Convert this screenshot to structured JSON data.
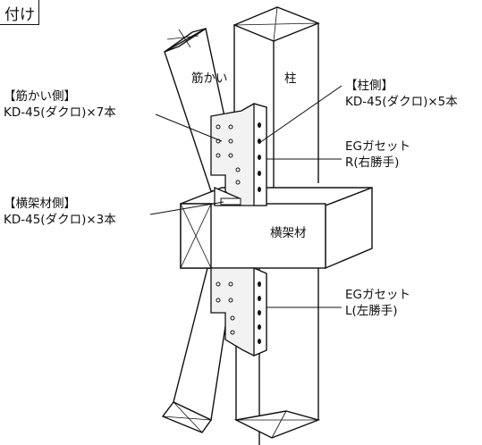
{
  "header": {
    "title_fragment": "付け"
  },
  "parts": {
    "brace": "筋かい",
    "post": "柱",
    "beam": "横架材"
  },
  "callouts": {
    "brace_side": {
      "heading": "【筋かい側】",
      "spec": "KD-45(ダクロ)×7本"
    },
    "post_side": {
      "heading": "【柱側】",
      "spec": "KD-45(ダクロ)×5本"
    },
    "beam_side": {
      "heading": "【横架材側】",
      "spec": "KD-45(ダクロ)×3本"
    },
    "gusset_right": {
      "name": "EGガセット",
      "hand": "R(右勝手)"
    },
    "gusset_left": {
      "name": "EGガセット",
      "hand": "L(左勝手)"
    }
  }
}
